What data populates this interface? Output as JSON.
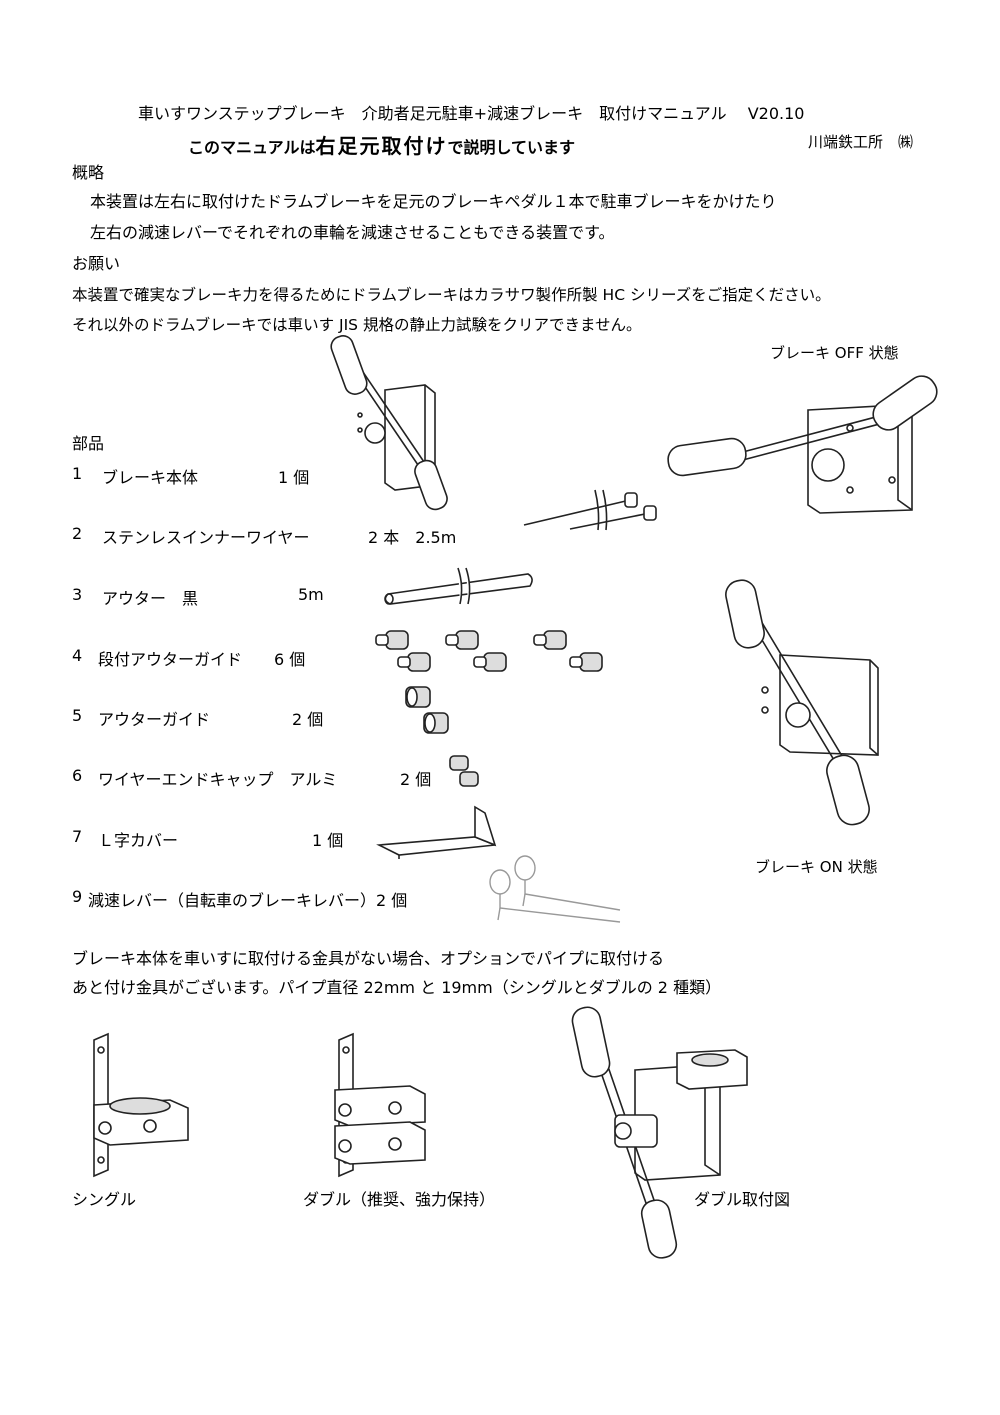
{
  "header": {
    "title": "車いすワンステップブレーキ　介助者足元駐車+減速ブレーキ　取付けマニュアル　 V20.10",
    "subtitle_pre": "このマニュアルは",
    "subtitle_emph": "右足元取付け",
    "subtitle_post": "で説明しています",
    "company": "川端鉄工所　㈱"
  },
  "overview": {
    "heading": "概略",
    "line1": "本装置は左右に取付けたドラムブレーキを足元のブレーキペダル１本で駐車ブレーキをかけたり",
    "line2": "左右の減速レバーでそれぞれの車輪を減速させることもできる装置です。"
  },
  "request": {
    "heading": "お願い",
    "line1": "本装置で確実なブレーキ力を得るためにドラムブレーキはカラサワ製作所製 HC シリーズをご指定ください。",
    "line2": "それ以外のドラムブレーキでは車いす JIS 規格の静止力試験をクリアできません。"
  },
  "figures": {
    "brake_off": "ブレーキ OFF 状態",
    "brake_on": "ブレーキ ON 状態",
    "single": "シングル",
    "double": "ダブル（推奨、強力保持）",
    "double_mount": "ダブル取付図"
  },
  "parts": {
    "heading": "部品",
    "items": [
      {
        "no": "1",
        "name": "ブレーキ本体",
        "qty": "1 個"
      },
      {
        "no": "2",
        "name": "ステンレスインナーワイヤー",
        "qty": "2 本　2.5m"
      },
      {
        "no": "3",
        "name": "アウター　黒",
        "qty": "5m"
      },
      {
        "no": "4",
        "name": "段付アウターガイド",
        "qty": "6 個"
      },
      {
        "no": "5",
        "name": "アウターガイド",
        "qty": "2 個"
      },
      {
        "no": "6",
        "name": "ワイヤーエンドキャップ　アルミ",
        "qty": "2 個"
      },
      {
        "no": "7",
        "name": "Ｌ字カバー",
        "qty": "1 個"
      },
      {
        "no": "9",
        "name": "減速レバー（自転車のブレーキレバー）2 個",
        "qty": ""
      }
    ]
  },
  "option": {
    "line1": "ブレーキ本体を車いすに取付ける金具がない場合、オプションでパイプに取付ける",
    "line2": "あと付け金具がございます。パイプ直径 22mm と 19mm（シングルとダブルの 2 種類）"
  }
}
